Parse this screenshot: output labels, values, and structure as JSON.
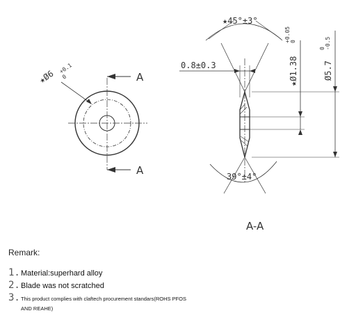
{
  "drawing": {
    "front_view": {
      "diameter_label": "★Ø6",
      "diameter_tol_upper": "+0.1",
      "diameter_tol_lower": "0",
      "section_mark_top": "A",
      "section_mark_bottom": "A"
    },
    "section_view": {
      "angle_top": "★45°±3°",
      "thickness": "0.8±0.3",
      "bore_label": "★Ø1.38",
      "bore_tol_upper": "+0.05",
      "bore_tol_lower": "0",
      "outer_label": "Ø5.7",
      "outer_tol_upper": "0",
      "outer_tol_lower": "-0.5",
      "angle_bottom": "39°±4°",
      "section_title": "A-A"
    }
  },
  "remarks": {
    "title": "Remark:",
    "items": [
      {
        "num": "1.",
        "text": "Material:superhard alloy"
      },
      {
        "num": "2.",
        "text": "Blade was not scratched"
      },
      {
        "num": "3.",
        "text": "This product complies with claftech procurement standars(ROHS PFOS",
        "cont": "AND REAHE)"
      }
    ]
  }
}
